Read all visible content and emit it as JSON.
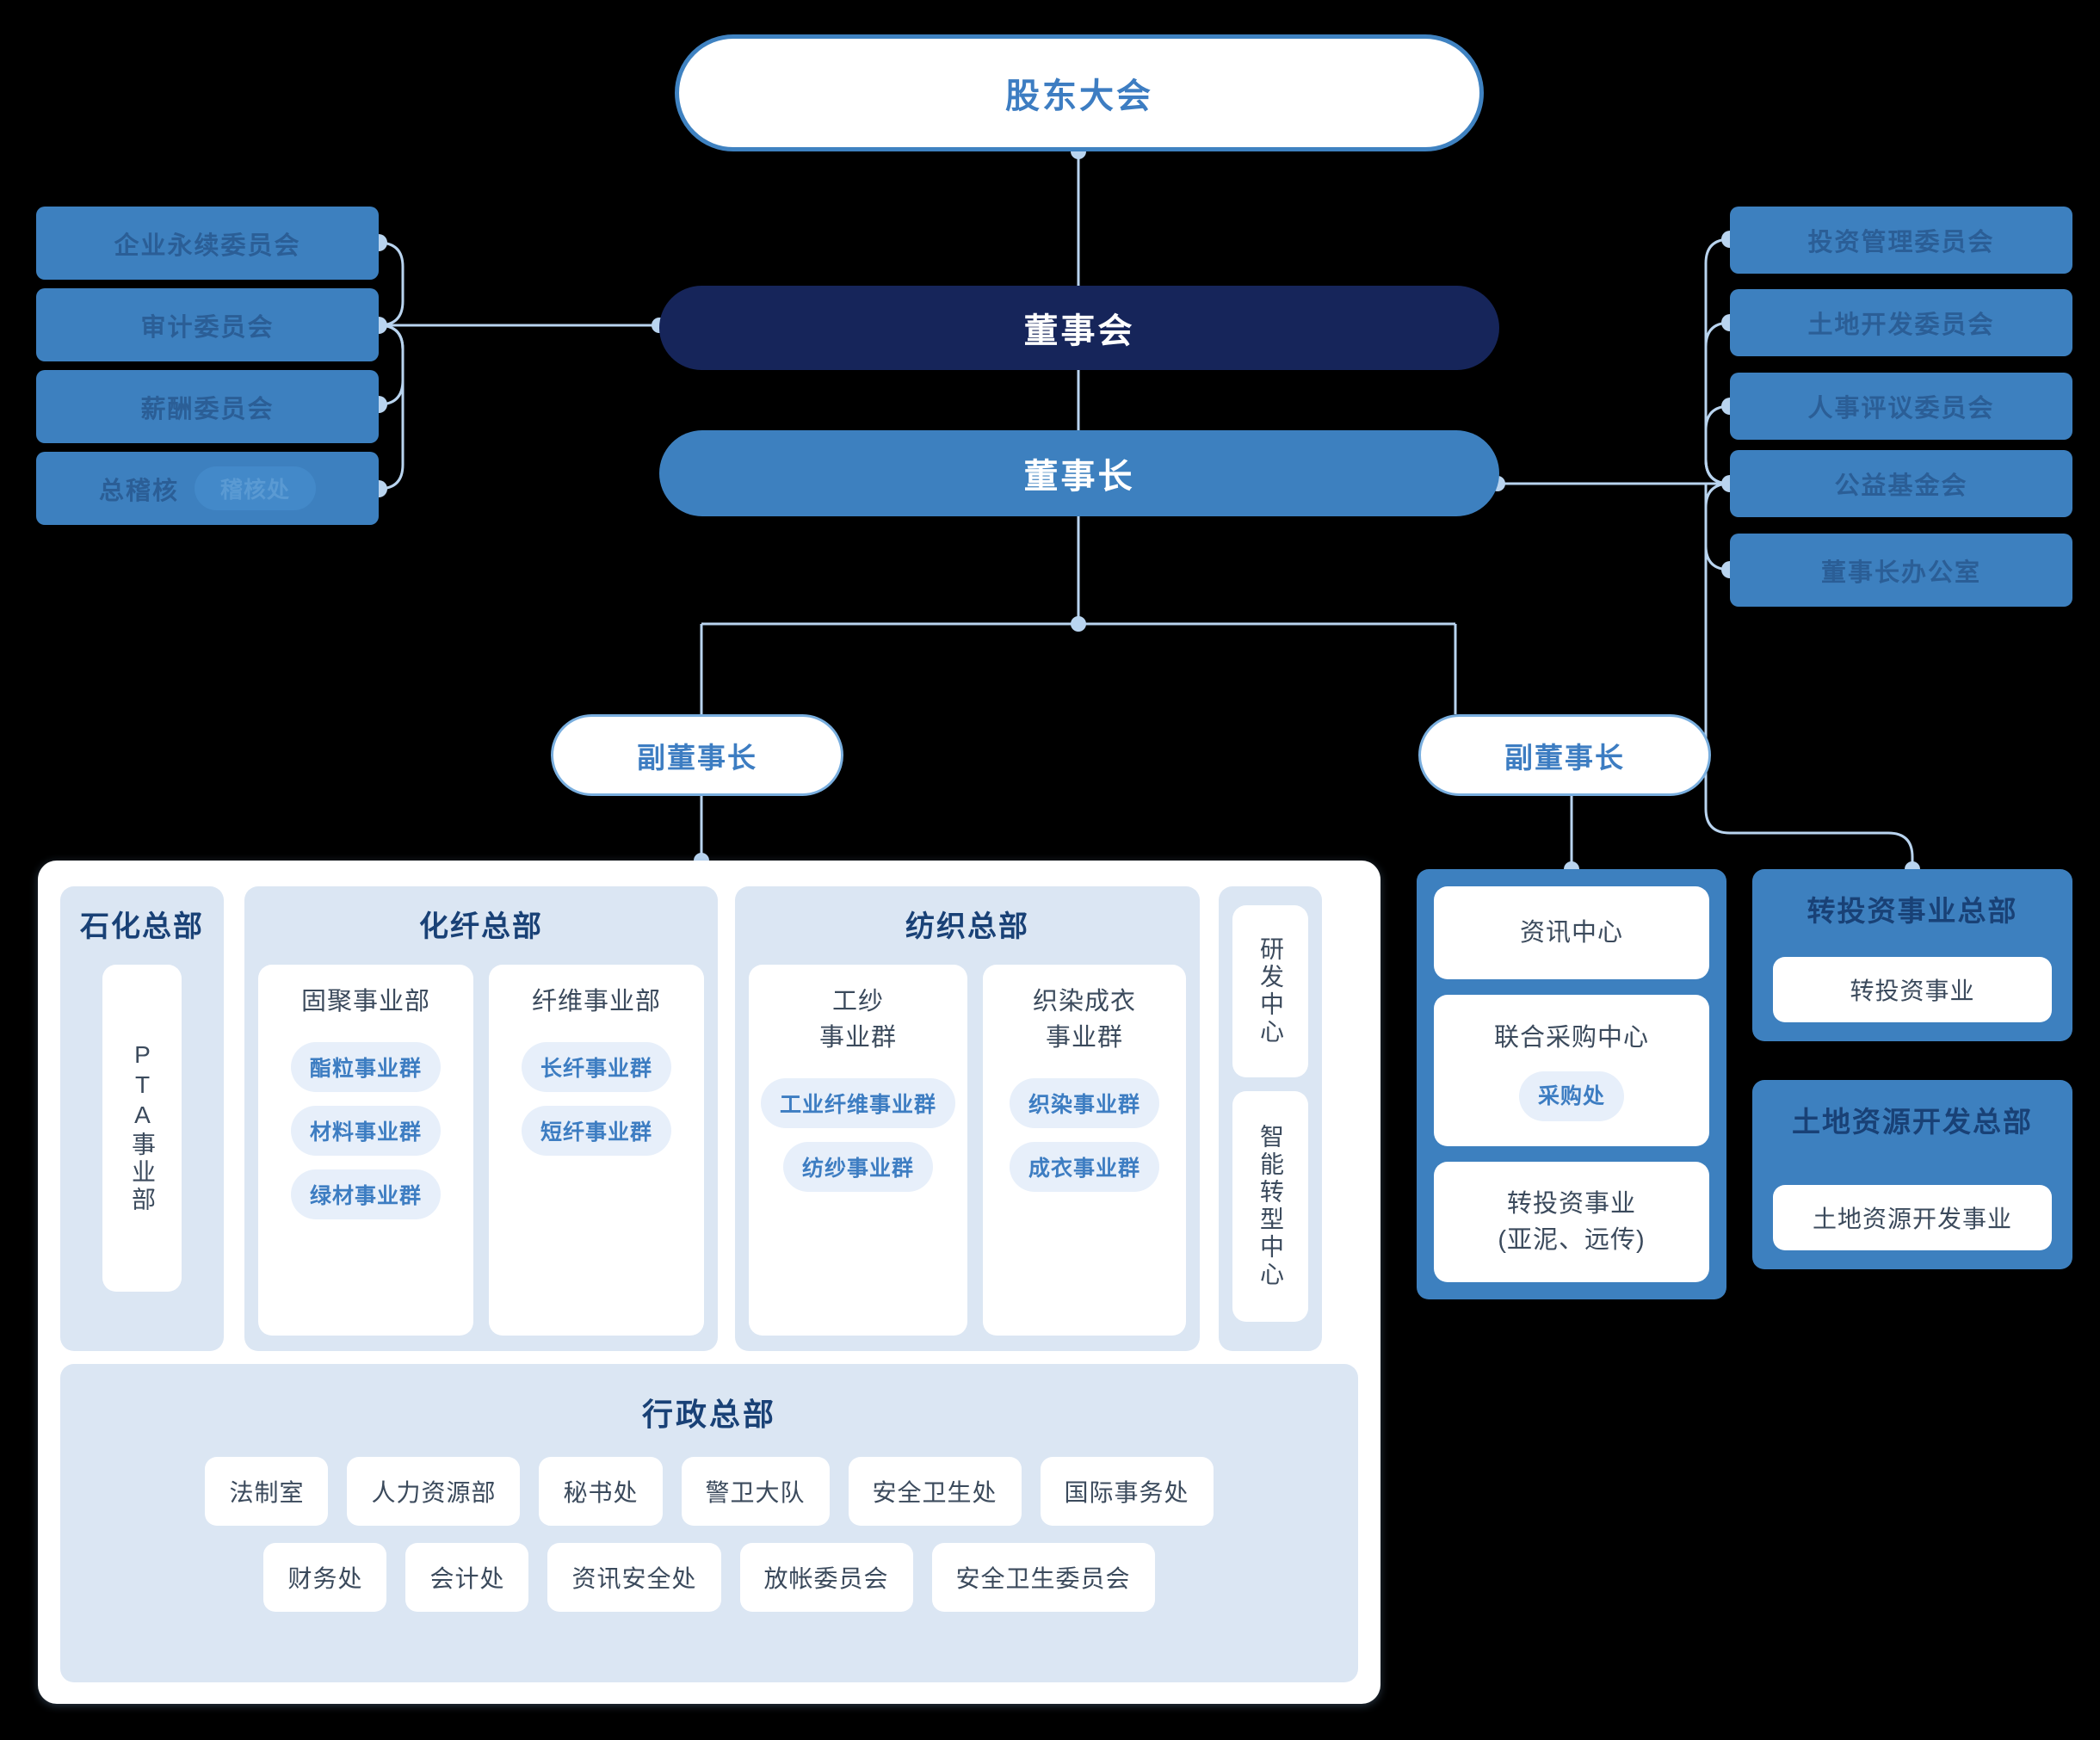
{
  "top": {
    "shareholders": "股东大会",
    "board": "董事会",
    "chairman": "董事长",
    "vice_chairman_left": "副董事长",
    "vice_chairman_right": "副董事长"
  },
  "left_committees": [
    {
      "label": "企业永续委员会",
      "sub": ""
    },
    {
      "label": "审计委员会",
      "sub": ""
    },
    {
      "label": "薪酬委员会",
      "sub": ""
    },
    {
      "label": "总稽核",
      "sub": "稽核处"
    }
  ],
  "right_committees": [
    {
      "label": "投资管理委员会"
    },
    {
      "label": "土地开发委员会"
    },
    {
      "label": "人事评议委员会"
    },
    {
      "label": "公益基金会"
    },
    {
      "label": "董事长办公室"
    }
  ],
  "main_panel": {
    "headquarters": [
      {
        "title": "石化总部",
        "vertical_departments": [
          "PTA事业部"
        ],
        "departments": []
      },
      {
        "title": "化纤总部",
        "departments": [
          {
            "name": "固聚事业部",
            "tags": [
              "酯粒事业群",
              "材料事业群",
              "绿材事业群"
            ]
          },
          {
            "name": "纤维事业部",
            "tags": [
              "长纤事业群",
              "短纤事业群"
            ]
          }
        ]
      },
      {
        "title": "纺织总部",
        "departments": [
          {
            "name": "工纱\n事业群",
            "tags": [
              "工业纤维事业群",
              "纺纱事业群"
            ]
          },
          {
            "name": "织染成衣\n事业群",
            "tags": [
              "织染事业群",
              "成衣事业群"
            ]
          }
        ]
      }
    ],
    "side_centers": [
      "研发中心",
      "智能转型中心"
    ],
    "admin": {
      "title": "行政总部",
      "row1": [
        "法制室",
        "人力资源部",
        "秘书处",
        "警卫大队",
        "安全卫生处",
        "国际事务处"
      ],
      "row2": [
        "财务处",
        "会计处",
        "资讯安全处",
        "放帐委员会",
        "安全卫生委员会"
      ]
    }
  },
  "right_column": {
    "blue_group": [
      {
        "title": "资讯中心",
        "tag": ""
      },
      {
        "title": "联合采购中心",
        "tag": "采购处"
      },
      {
        "title": "转投资事业\n(亚泥、远传)",
        "tag": ""
      }
    ],
    "blue_hqs": [
      {
        "title": "转投资事业总部",
        "item": "转投资事业"
      },
      {
        "title": "土地资源开发总部",
        "item": "土地资源开发事业"
      }
    ]
  },
  "colors": {
    "navy": "#16255a",
    "brand_blue": "#3d80bf",
    "panel_bg": "#dbe6f3",
    "tag_bg": "#e7effa",
    "tag_text": "#3d7dc2",
    "link": "#b9d4ef"
  }
}
